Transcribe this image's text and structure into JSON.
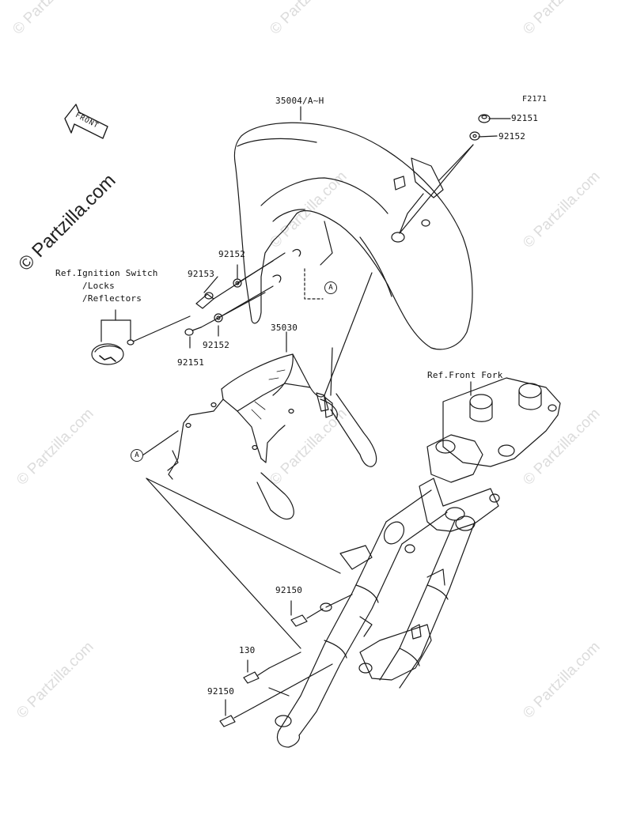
{
  "figure_code": "F2171",
  "front_arrow_label": "FRONT",
  "watermark_text": "© Partzilla.com",
  "callout_marker": "A",
  "part_labels": {
    "front_fender": "35004/A~H",
    "bracket": "35030",
    "bolt_top": "92151",
    "washer_top": "92152",
    "washer_mid": "92152",
    "collar": "92153",
    "washer_low": "92152",
    "bolt_low": "92151",
    "fork_bolt_upper": "92150",
    "fork_bolt_130": "130",
    "fork_bolt_lower": "92150"
  },
  "references": {
    "ignition": [
      "Ref.Ignition Switch",
      "/Locks",
      "/Reflectors"
    ],
    "front_fork": "Ref.Front Fork"
  }
}
